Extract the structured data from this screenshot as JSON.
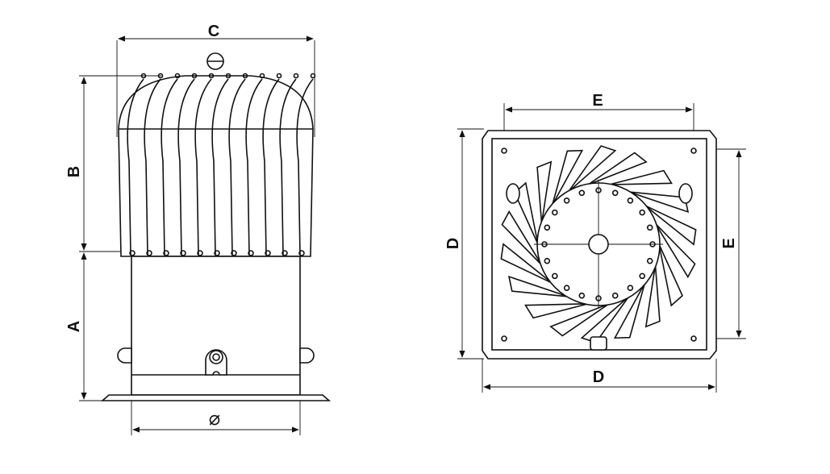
{
  "side_view": {
    "dim_width_label": "C",
    "dim_head_height_label": "B",
    "dim_base_height_label": "A",
    "dim_diameter_label": "⌀"
  },
  "top_view": {
    "dim_bolt_spacing_top_label": "E",
    "dim_bolt_spacing_right_label": "E",
    "dim_plate_left_label": "D",
    "dim_plate_bottom_label": "D"
  },
  "colors": {
    "line": "#111111",
    "background": "#ffffff"
  }
}
